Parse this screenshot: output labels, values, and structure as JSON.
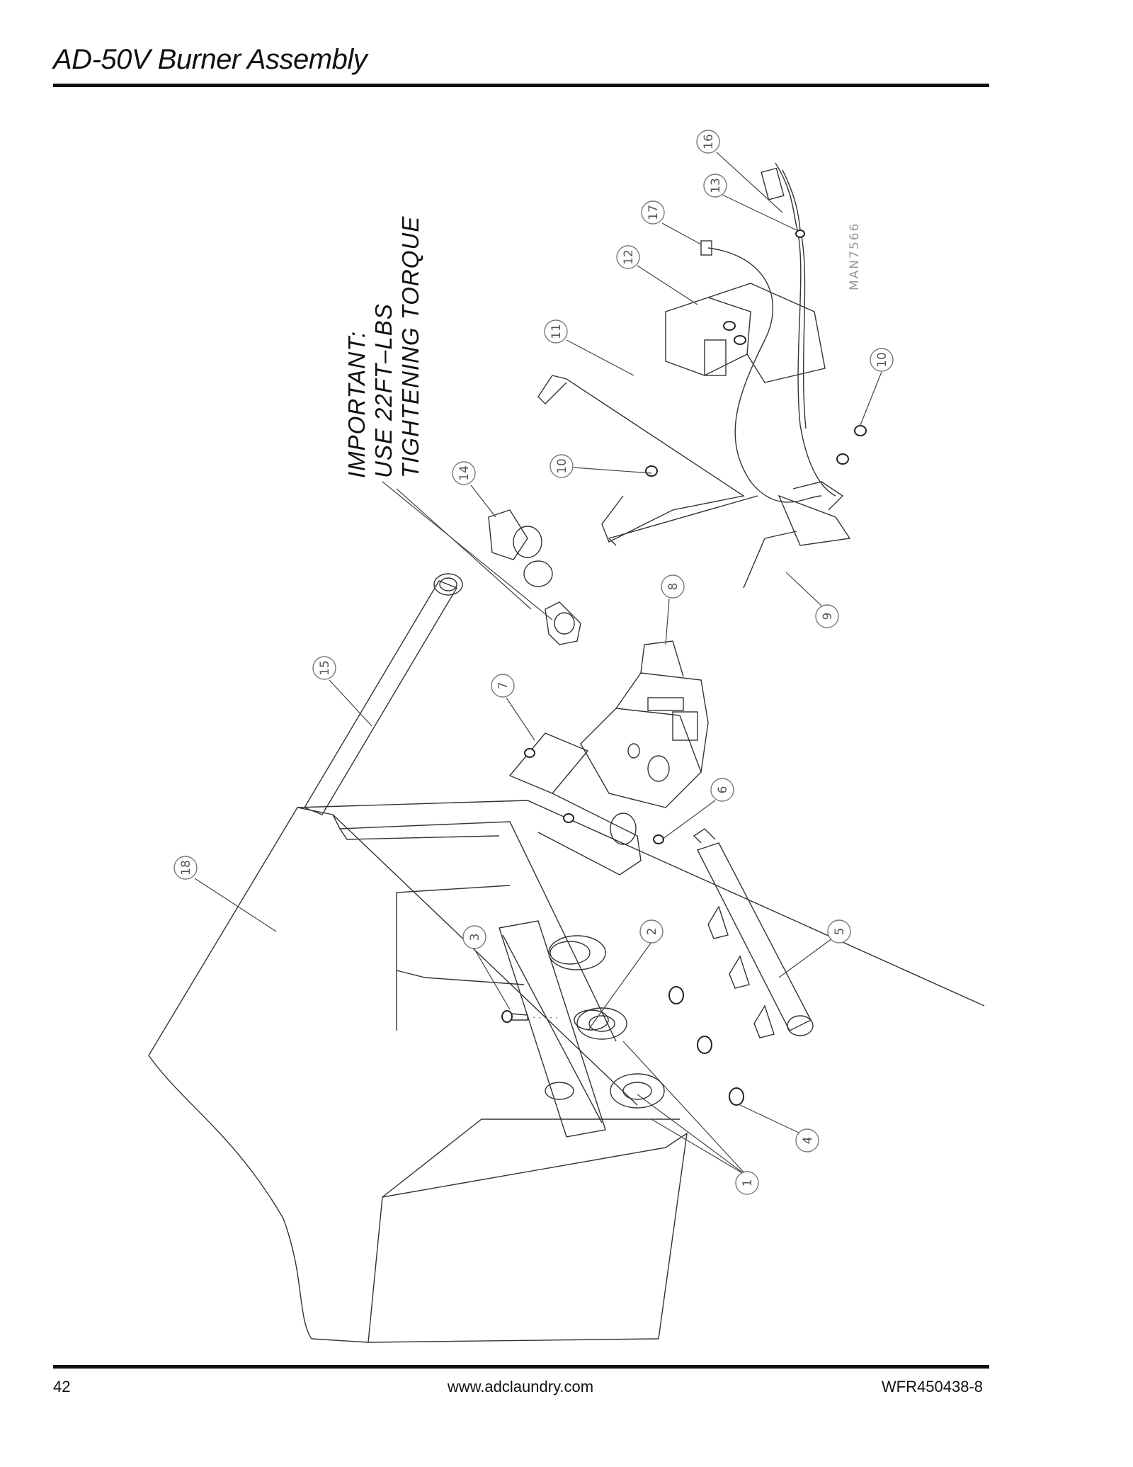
{
  "header": {
    "title": "AD-50V Burner Assembly"
  },
  "note": {
    "line1": "IMPORTANT:",
    "line2": "USE  22FT–LBS",
    "line3": "TIGHTENING TORQUE"
  },
  "drawing_number": "MAN7566",
  "callouts": {
    "c1": "1",
    "c2": "2",
    "c3": "3",
    "c4": "4",
    "c5": "5",
    "c6": "6",
    "c7": "7",
    "c8": "8",
    "c9": "9",
    "c10a": "10",
    "c10b": "10",
    "c11": "11",
    "c12": "12",
    "c13": "13",
    "c14": "14",
    "c15": "15",
    "c16": "16",
    "c17": "17",
    "c18": "18"
  },
  "footer": {
    "page_number": "42",
    "website": "www.adclaundry.com",
    "doc_code": "WFR450438-8"
  }
}
